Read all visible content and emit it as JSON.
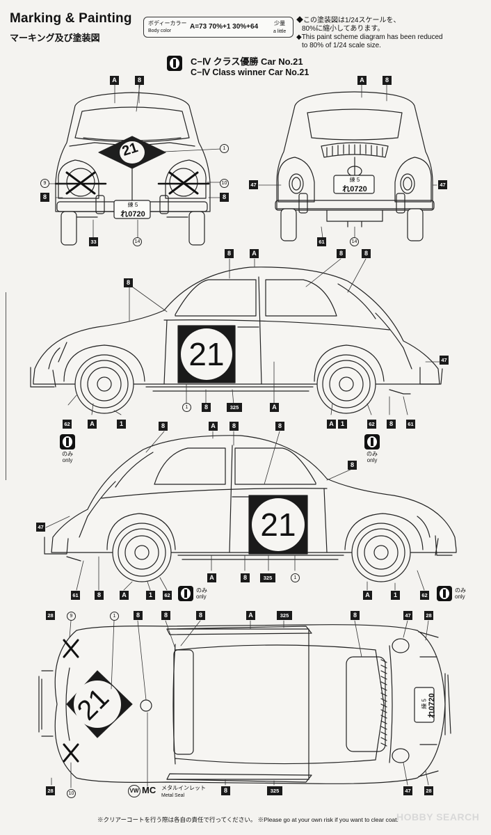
{
  "header": {
    "title": "Marking & Painting",
    "subtitle": "マーキング及び塗装図",
    "body_color_label_jp": "ボディーカラー",
    "body_color_label_en": "Body color",
    "body_color_mix": "A=73 70%+1 30%+64",
    "small_amount_jp": "少量",
    "small_amount_en": "a little",
    "note_jp_1": "◆この塗装図は1/24スケールを、",
    "note_jp_2": "80%に縮小してあります。",
    "note_en_1": "◆This paint scheme diagram has been reduced",
    "note_en_2": "to 80% of 1/24 scale size."
  },
  "variant": {
    "title_jp": "C−Ⅳ クラス優勝 Car No.21",
    "title_en": "C−Ⅳ Class winner Car No.21"
  },
  "car": {
    "number": "21",
    "plate_top": "練 5",
    "plate_bottom": "れ0720"
  },
  "only_label_jp": "のみ",
  "only_label_en": "only",
  "metal_seal": {
    "code": "MC",
    "label_jp": "メタルインレット",
    "label_en": "Metal Seal"
  },
  "footer": {
    "text": "※クリアーコートを行う際は各自の責任で行ってください。 ※Please go at your own risk if you want to clear coat."
  },
  "watermark": "HOBBY SEARCH",
  "colors": {
    "ink": "#111111",
    "paper": "#f4f3f0",
    "tag": "#1a1a1a"
  },
  "tags": [
    "A",
    "8",
    "1",
    "47",
    "61",
    "62",
    "33",
    "28",
    "325",
    "MC"
  ],
  "decal_refs": [
    "1",
    "9",
    "10",
    "14"
  ]
}
